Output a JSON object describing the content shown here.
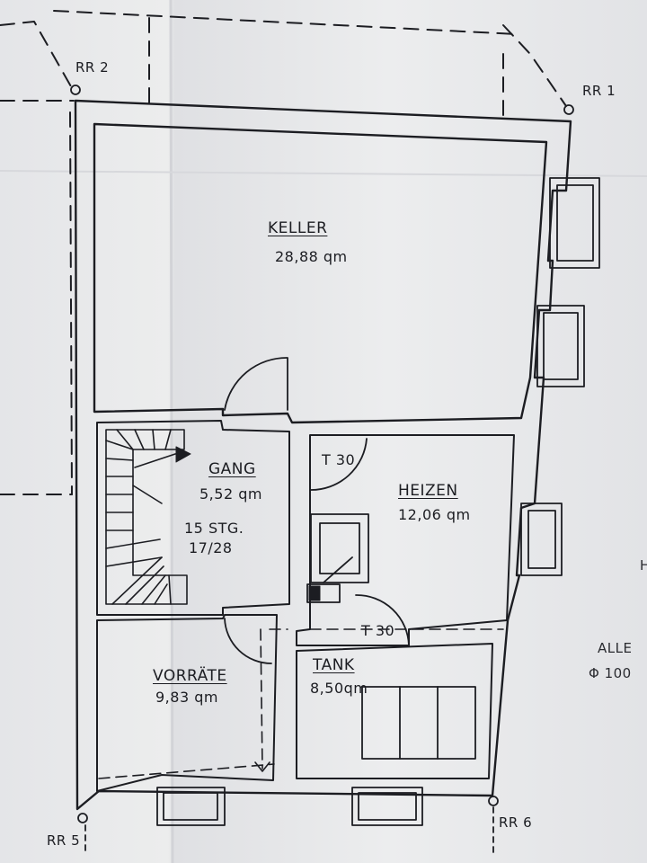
{
  "rooms": {
    "keller": {
      "name": "KELLER",
      "area": "28,88 qm"
    },
    "gang": {
      "name": "GANG",
      "area": "5,52 qm"
    },
    "heizen": {
      "name": "HEIZEN",
      "area": "12,06 qm"
    },
    "vorraete": {
      "name": "VORRÄTE",
      "area": "9,83 qm"
    },
    "tank": {
      "name": "TANK",
      "area": "8,50qm"
    }
  },
  "stairs": {
    "steps": "15 STG.",
    "ratio": "17/28"
  },
  "fire_doors": {
    "upper": "T 30",
    "lower": "T 30"
  },
  "corner_points": {
    "rr1": "RR 1",
    "rr2": "RR 2",
    "rr5": "RR 5",
    "rr6": "RR 6"
  },
  "side_note": {
    "line1": "ALLE",
    "line2": "Φ 100",
    "line3": "H"
  },
  "colors": {
    "paper": "#e9eaec",
    "ink": "#1c1d22"
  }
}
